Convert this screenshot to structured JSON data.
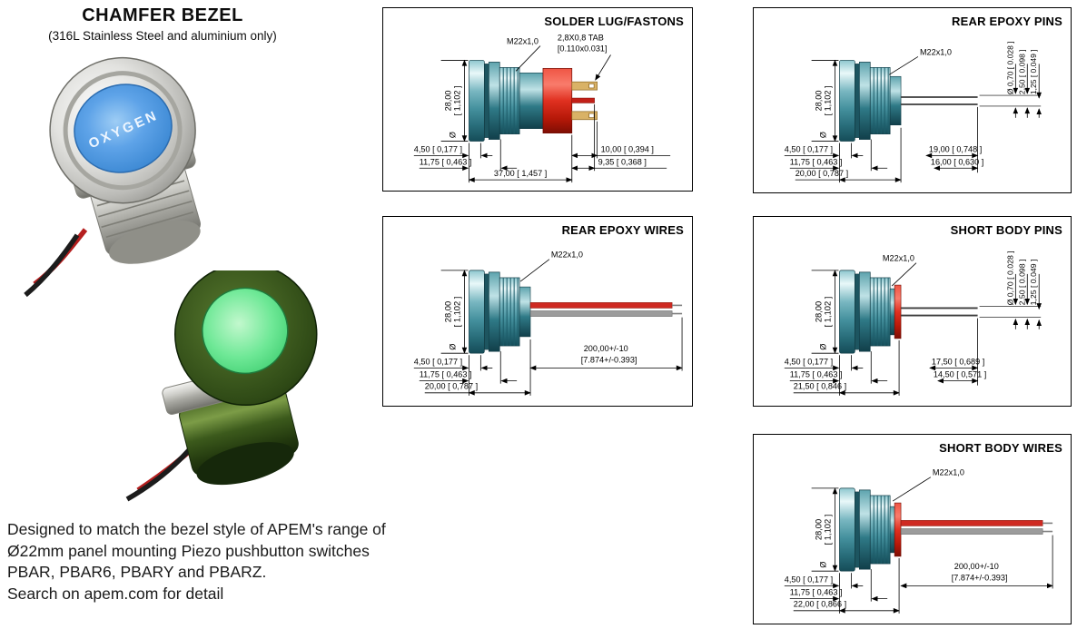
{
  "header": {
    "title": "CHAMFER BEZEL",
    "subtitle": "(316L Stainless Steel and aluminium only)"
  },
  "description": {
    "line1": "Designed to match the bezel style of APEM's range of",
    "line2": "Ø22mm panel mounting Piezo pushbutton switches",
    "line3": "PBAR, PBAR6, PBARY and PBARZ.",
    "line4": "Search on apem.com for detail"
  },
  "photos": {
    "blue_lens_label": "OXYGEN"
  },
  "colors": {
    "drawing_metal_teal": "#44909d",
    "drawing_body_red": "#e03020",
    "tab_gold": "#d9b266",
    "wire_red": "#cf2a22",
    "wire_gray": "#9c9c9c",
    "photo_lens_blue": "#4a97e8",
    "photo_lens_green": "#57e284"
  },
  "drawings": {
    "solder_lug": {
      "title": "SOLDER LUG/FASTONS",
      "thread": "M22x1,0",
      "tab_line1": "2,8X0,8 TAB",
      "tab_line2": "[0.110x0.031]",
      "dia_mm": "28,00",
      "dia_in": "[ 1,102 ]",
      "dia_symbol": "Ø",
      "dim_bezel": "4,50 [ 0,177 ]",
      "dim_front": "11,75 [ 0,463 ]",
      "dim_overall": "37,00 [ 1,457 ]",
      "dim_tab": "10,00 [ 0,394 ]",
      "dim_lug": "9,35 [ 0,368 ]"
    },
    "rear_epoxy_pins": {
      "title": "REAR EPOXY PINS",
      "thread": "M22x1,0",
      "dia_mm": "28,00",
      "dia_in": "[ 1,102 ]",
      "dia_symbol": "Ø",
      "pin_dia": "Ø 0,70 [ 0.028 ]",
      "pin_pitch": "2,50 [ 0.098 ]",
      "pin_offset": "1,25 [ 0.049 ]",
      "dim_bezel": "4,50 [ 0,177 ]",
      "dim_front": "11,75 [ 0,463 ]",
      "dim_body": "20,00 [ 0,787 ]",
      "dim_pin_long": "19,00 [ 0,748 ]",
      "dim_pin_short": "16,00 [ 0,630 ]"
    },
    "rear_epoxy_wires": {
      "title": "REAR EPOXY WIRES",
      "thread": "M22x1,0",
      "dia_mm": "28,00",
      "dia_in": "[ 1,102 ]",
      "dia_symbol": "Ø",
      "dim_bezel": "4,50 [ 0,177 ]",
      "dim_front": "11,75 [ 0,463 ]",
      "dim_body": "20,00 [ 0,787 ]",
      "wire_len_line1": "200,00+/-10",
      "wire_len_line2": "[7.874+/-0.393]"
    },
    "short_body_pins": {
      "title": "SHORT BODY PINS",
      "thread": "M22x1,0",
      "dia_mm": "28,00",
      "dia_in": "[ 1,102 ]",
      "dia_symbol": "Ø",
      "pin_dia": "Ø 0,70 [ 0.028 ]",
      "pin_pitch": "2,50 [ 0.098 ]",
      "pin_offset": "1,25 [ 0.049 ]",
      "dim_bezel": "4,50 [ 0,177 ]",
      "dim_front": "11,75 [ 0,463 ]",
      "dim_body": "21,50 [ 0,846 ]",
      "dim_pin_long": "17,50 [ 0,689 ]",
      "dim_pin_short": "14,50 [ 0,571 ]"
    },
    "short_body_wires": {
      "title": "SHORT BODY WIRES",
      "thread": "M22x1,0",
      "dia_mm": "28,00",
      "dia_in": "[ 1,102 ]",
      "dia_symbol": "Ø",
      "dim_bezel": "4,50 [ 0,177 ]",
      "dim_front": "11,75 [ 0,463 ]",
      "dim_body": "22,00 [ 0,866 ]",
      "wire_len_line1": "200,00+/-10",
      "wire_len_line2": "[7.874+/-0.393]"
    }
  }
}
